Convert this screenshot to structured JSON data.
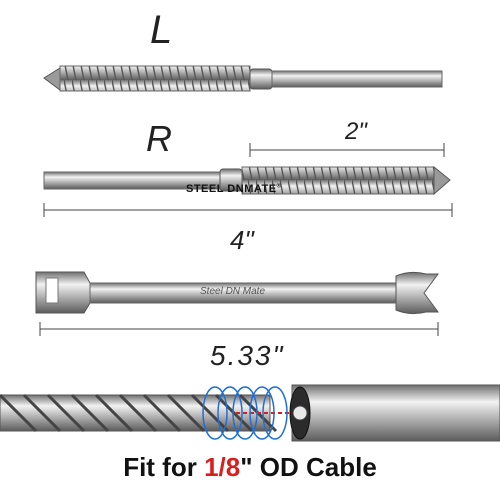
{
  "labels": {
    "left": "L",
    "right": "R",
    "dim_thread": "2\"",
    "dim_total": "4\"",
    "dim_tool": "5.33\""
  },
  "brand": {
    "name": "STEEL DNMATE",
    "trademark": "®",
    "engraving": "Steel DN Mate"
  },
  "caption": {
    "prefix": "Fit for ",
    "size": "1/8",
    "suffix": "\" OD Cable"
  },
  "colors": {
    "accent": "#d81f1f",
    "ring": "#1f6fd8",
    "metal_light": "#e9e9e9",
    "metal_dark": "#6f6f6f"
  }
}
